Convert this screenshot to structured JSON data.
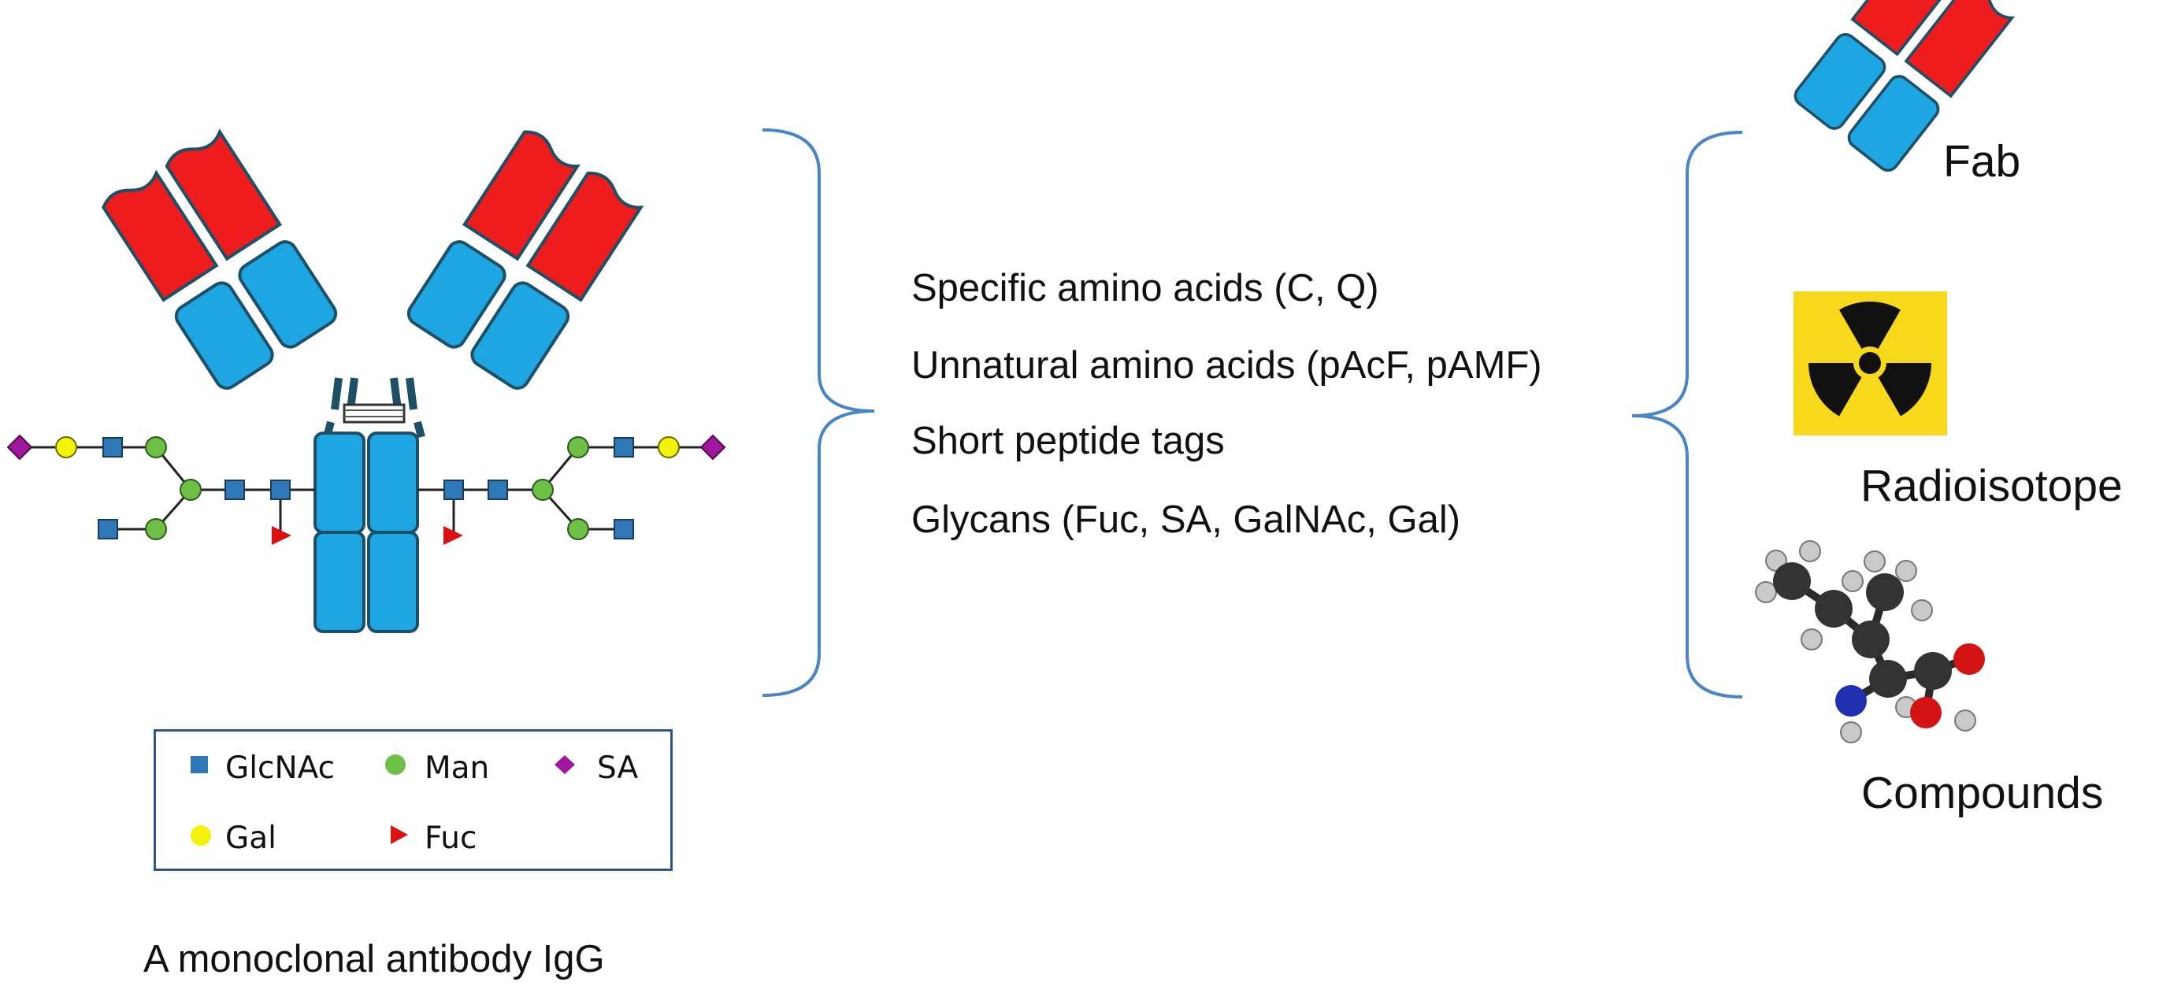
{
  "antibody": {
    "caption": "A monoclonal antibody IgG",
    "colors": {
      "variable_domain": "#ee1c1c",
      "constant_domain": "#1ea6e3",
      "outline": "#1d4f66"
    }
  },
  "legend": {
    "items": [
      {
        "label": "GlcNAc",
        "shape": "square",
        "color": "#2e78b7"
      },
      {
        "label": "Man",
        "shape": "circle",
        "color": "#6dbf45"
      },
      {
        "label": "SA",
        "shape": "diamond",
        "color": "#a0169d"
      },
      {
        "label": "Gal",
        "shape": "circle",
        "color": "#f2f20b"
      },
      {
        "label": "Fuc",
        "shape": "triangle",
        "color": "#dd1111"
      }
    ]
  },
  "conjugation_sites": [
    "Specific amino acids (C, Q)",
    "Unnatural  amino acids (pAcF, pAMF)",
    "Short peptide tags",
    "Glycans  (Fuc, SA, GalNAc, Gal)"
  ],
  "payloads": [
    {
      "label": "Fab",
      "icon": "fab-fragment-icon"
    },
    {
      "label": "Radioisotope",
      "icon": "radiation-icon",
      "color": "#f7d81a"
    },
    {
      "label": "Compounds",
      "icon": "molecule-icon"
    }
  ],
  "bracket_color": "#4a86c5"
}
